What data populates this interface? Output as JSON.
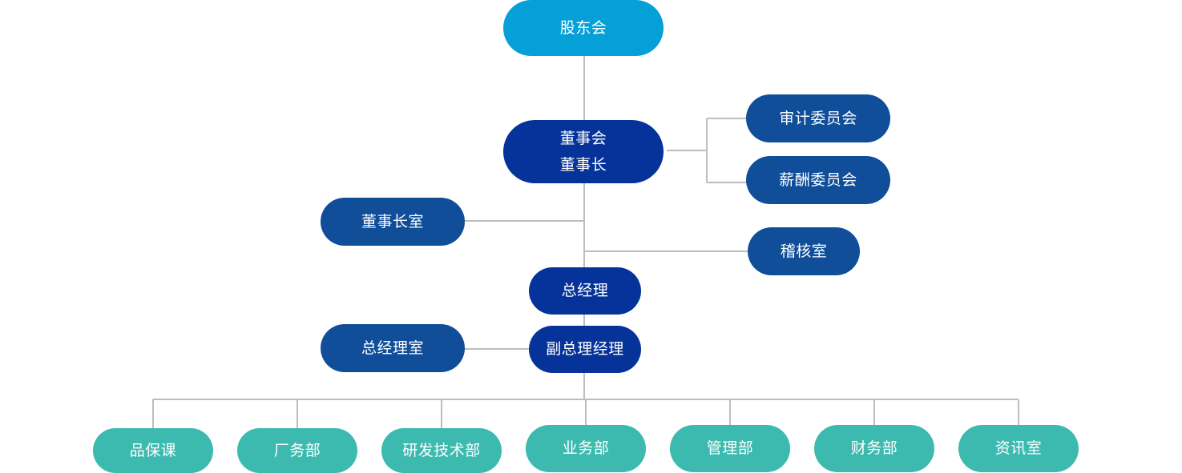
{
  "colors": {
    "top": "#06A0D8",
    "core": "#05339A",
    "staff": "#104E99",
    "department": "#3DBAB0",
    "line": "#BDBDBD",
    "text": "#FFFFFF"
  },
  "nodes": {
    "shareholders": {
      "label": "股东会"
    },
    "board": {
      "line1": "董事会",
      "line2": "董事长"
    },
    "audit_committee": {
      "label": "审计委员会"
    },
    "compensation_committee": {
      "label": "薪酬委员会"
    },
    "chairman_office": {
      "label": "董事长室"
    },
    "audit_office": {
      "label": "稽核室"
    },
    "general_manager": {
      "label": "总经理"
    },
    "gm_office": {
      "label": "总经理室"
    },
    "deputy_gm": {
      "label": "副总理经理"
    }
  },
  "departments": [
    {
      "label": "品保课"
    },
    {
      "label": "厂务部"
    },
    {
      "label": "研发技术部"
    },
    {
      "label": "业务部"
    },
    {
      "label": "管理部"
    },
    {
      "label": "财务部"
    },
    {
      "label": "资讯室"
    }
  ]
}
